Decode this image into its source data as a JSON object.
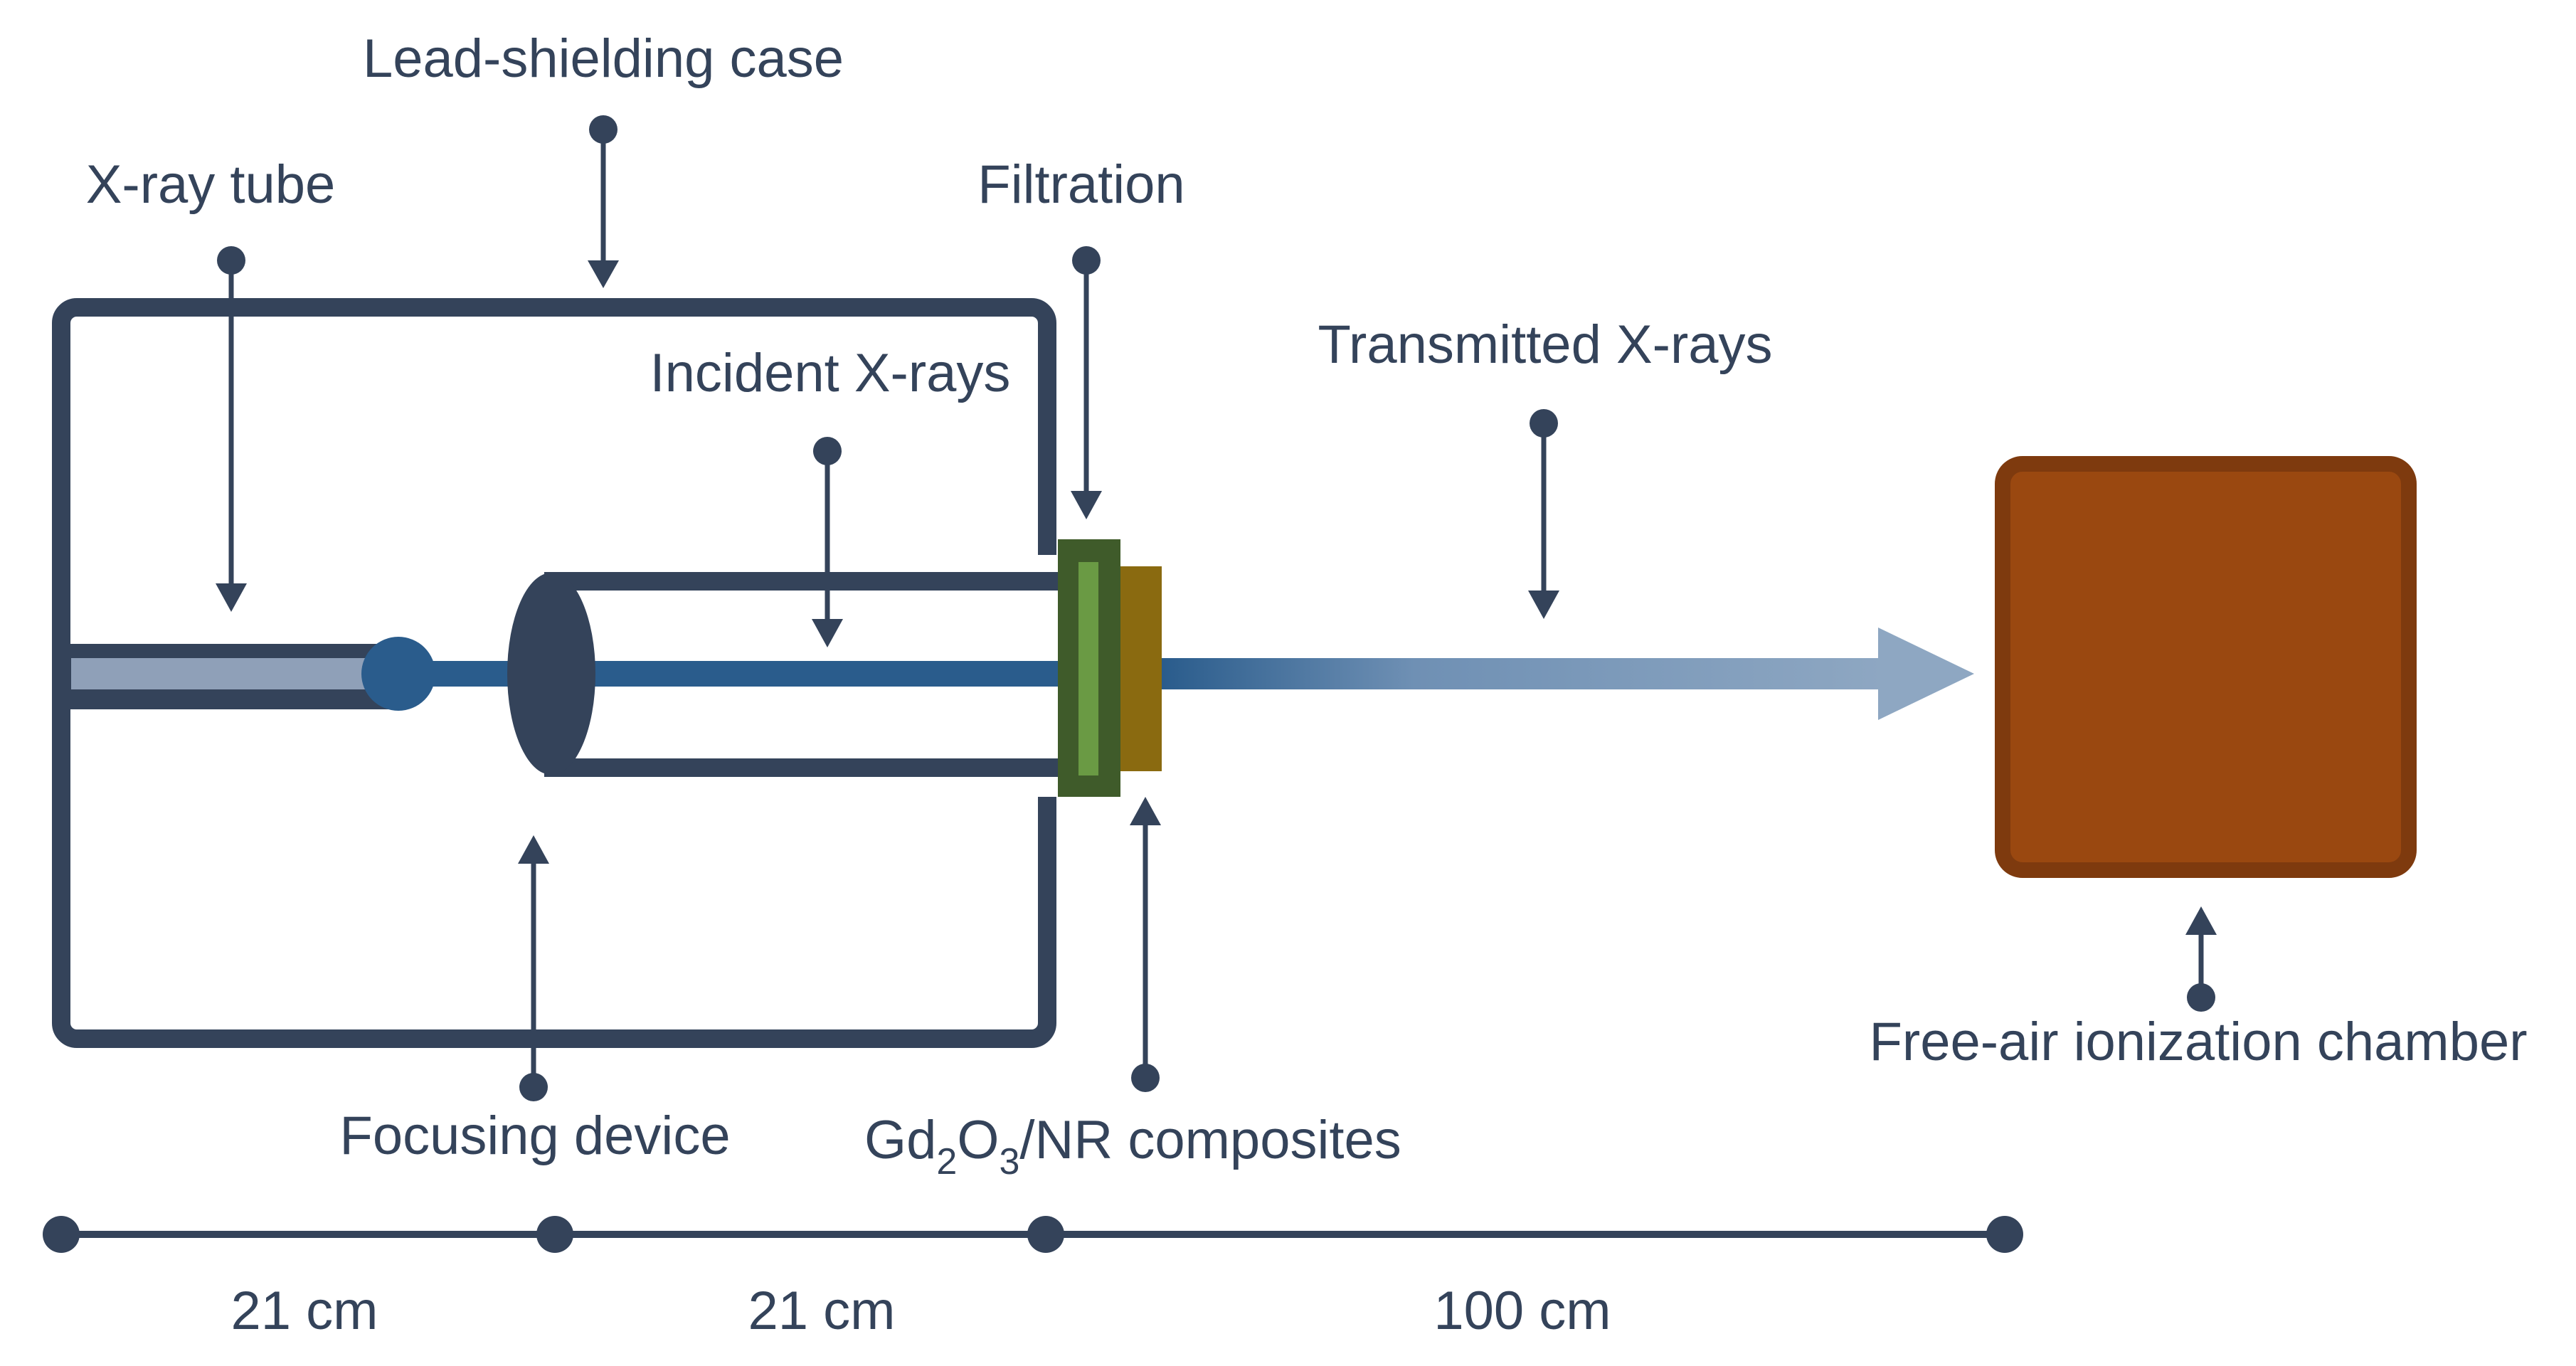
{
  "labels": {
    "lead_shielding_case": "Lead-shielding case",
    "xray_tube": "X-ray tube",
    "filtration": "Filtration",
    "incident_xrays": "Incident X-rays",
    "transmitted_xrays": "Transmitted X-rays",
    "focusing_device": "Focusing device",
    "composite_gd": "Gd",
    "composite_sub2": "2",
    "composite_o": "O",
    "composite_sub3": "3",
    "composite_rest": "/NR composites",
    "free_air_chamber": "Free-air ionization chamber"
  },
  "distances": {
    "seg1": "21 cm",
    "seg2": "21 cm",
    "seg3": "100 cm"
  },
  "colors": {
    "outline": "#34435a",
    "beam": "#2a5c8c",
    "tube_fill": "#8fa0b8",
    "filtration_outer": "#3f5b2a",
    "filtration_inner": "#6a9a44",
    "composite": "#8a6a10",
    "chamber_fill": "#9a4810",
    "chamber_border": "#7e3a0e",
    "transmitted": "#8ea7c2"
  }
}
